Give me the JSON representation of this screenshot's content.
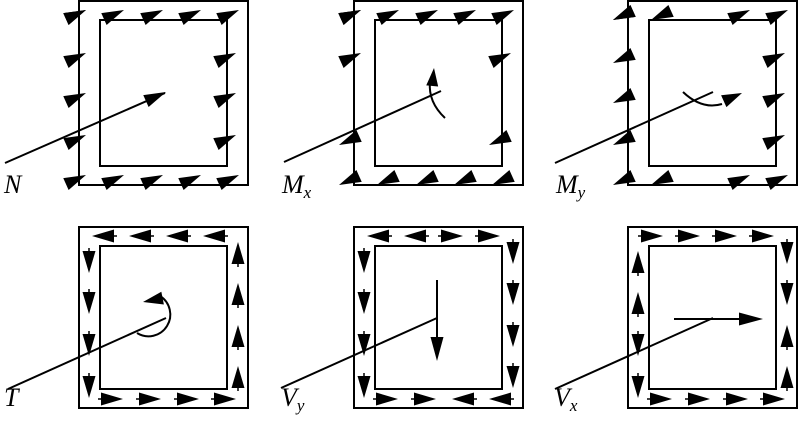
{
  "panels": [
    {
      "id": "N",
      "label": "N",
      "sub": "",
      "kind": "normal",
      "center": "none",
      "top": [
        "t",
        "t",
        "t",
        "t",
        "t"
      ],
      "left": [
        "t",
        "t",
        "t",
        "t"
      ],
      "right": [
        "t",
        "t",
        "t"
      ],
      "bottom": [
        "t",
        "t",
        "t",
        "t",
        "t"
      ]
    },
    {
      "id": "Mx",
      "label": "M",
      "sub": "x",
      "kind": "normal",
      "center": "moment-x",
      "top": [
        "t",
        "t",
        "t",
        "t",
        "t"
      ],
      "left": [
        "t",
        "t",
        "-",
        "c"
      ],
      "right": [
        "t",
        "-",
        "c"
      ],
      "bottom": [
        "c",
        "c",
        "c",
        "c",
        "c"
      ]
    },
    {
      "id": "My",
      "label": "M",
      "sub": "y",
      "kind": "normal",
      "center": "moment-y",
      "top": [
        "c",
        "c",
        "-",
        "t",
        "t"
      ],
      "left": [
        "c",
        "c",
        "c",
        "c"
      ],
      "right": [
        "t",
        "t",
        "t"
      ],
      "bottom": [
        "c",
        "c",
        "-",
        "t",
        "t"
      ]
    },
    {
      "id": "T",
      "label": "T",
      "sub": "",
      "kind": "shear",
      "center": "torque",
      "top": [
        "left",
        "left",
        "left",
        "left"
      ],
      "left": [
        "down",
        "down",
        "down",
        "down"
      ],
      "right": [
        "up",
        "up",
        "up",
        "up"
      ],
      "bottom": [
        "right",
        "right",
        "right",
        "right"
      ]
    },
    {
      "id": "Vy",
      "label": "V",
      "sub": "y",
      "kind": "shear",
      "center": "shear-y",
      "top": [
        "left",
        "left",
        "right",
        "right"
      ],
      "left": [
        "down",
        "down",
        "down",
        "down"
      ],
      "right": [
        "down",
        "down",
        "down",
        "down"
      ],
      "bottom": [
        "right",
        "right",
        "left",
        "left"
      ]
    },
    {
      "id": "Vx",
      "label": "V",
      "sub": "x",
      "kind": "shear",
      "center": "shear-x",
      "top": [
        "right",
        "right",
        "right",
        "right"
      ],
      "left": [
        "up",
        "up",
        "down",
        "down"
      ],
      "right": [
        "down",
        "down",
        "up",
        "up"
      ],
      "bottom": [
        "right",
        "right",
        "right",
        "right"
      ]
    }
  ]
}
